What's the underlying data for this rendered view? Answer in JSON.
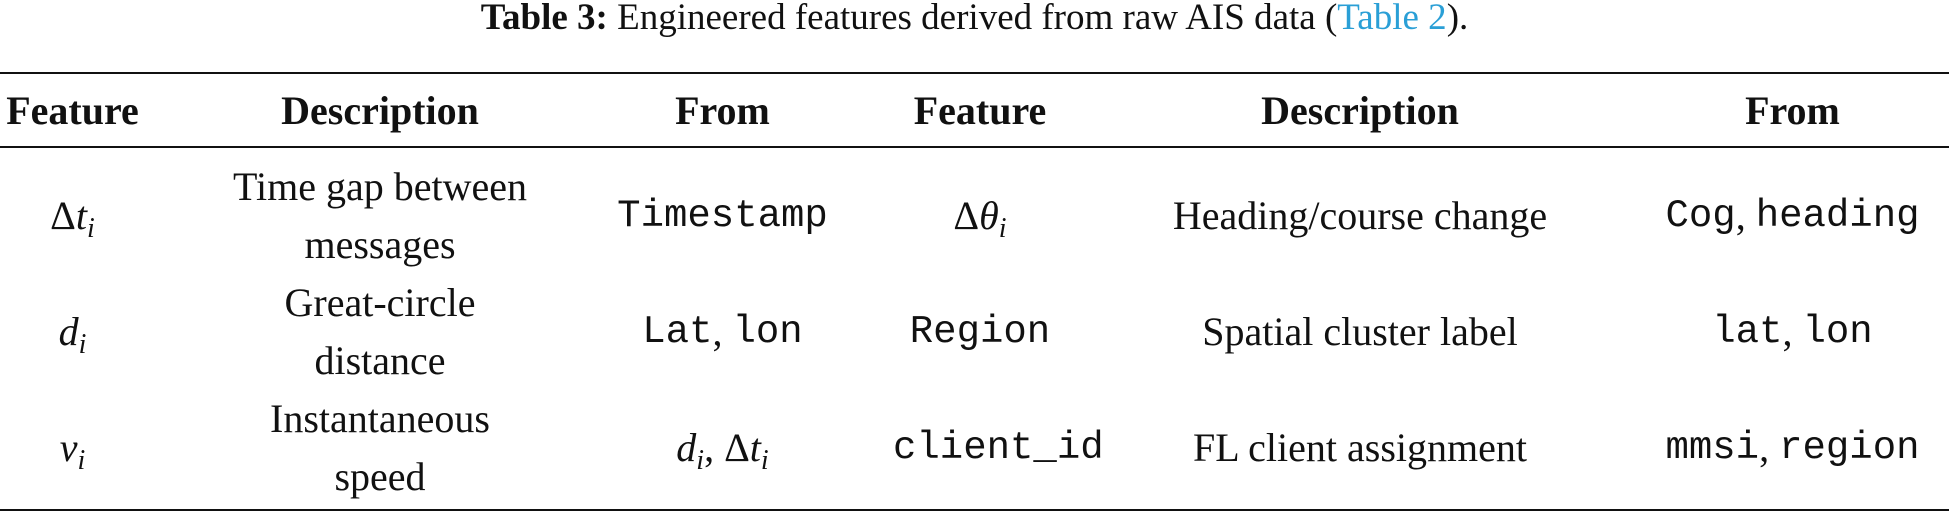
{
  "caption": {
    "label": "Table 3:",
    "text_before": "Engineered features derived from raw AIS data (",
    "link": "Table 2",
    "text_after": ")."
  },
  "headers": [
    "Feature",
    "Description",
    "From",
    "Feature",
    "Description",
    "From"
  ],
  "rows": [
    {
      "left_feature": {
        "symbol": "Δ",
        "var": "t",
        "sub": "i"
      },
      "left_description": "Time gap between messages",
      "left_from": "Timestamp",
      "right_feature": {
        "symbol": "Δ",
        "var": "θ",
        "sub": "i"
      },
      "right_description": "Heading/course change",
      "right_from": [
        "Cog",
        "heading"
      ]
    },
    {
      "left_feature": {
        "var": "d",
        "sub": "i"
      },
      "left_description": "Great-circle distance",
      "left_from": [
        "Lat",
        "lon"
      ],
      "right_feature": "Region",
      "right_description": "Spatial cluster label",
      "right_from": [
        "lat",
        "lon"
      ]
    },
    {
      "left_feature": {
        "var": "v",
        "sub": "i"
      },
      "left_description": "Instantaneous speed",
      "left_from": {
        "a_var": "d",
        "a_sub": "i",
        "b_symbol": "Δ",
        "b_var": "t",
        "b_sub": "i"
      },
      "right_feature": "client_id",
      "right_description": "FL client assignment",
      "right_from": [
        "mmsi",
        "region"
      ]
    }
  ],
  "separator": ","
}
